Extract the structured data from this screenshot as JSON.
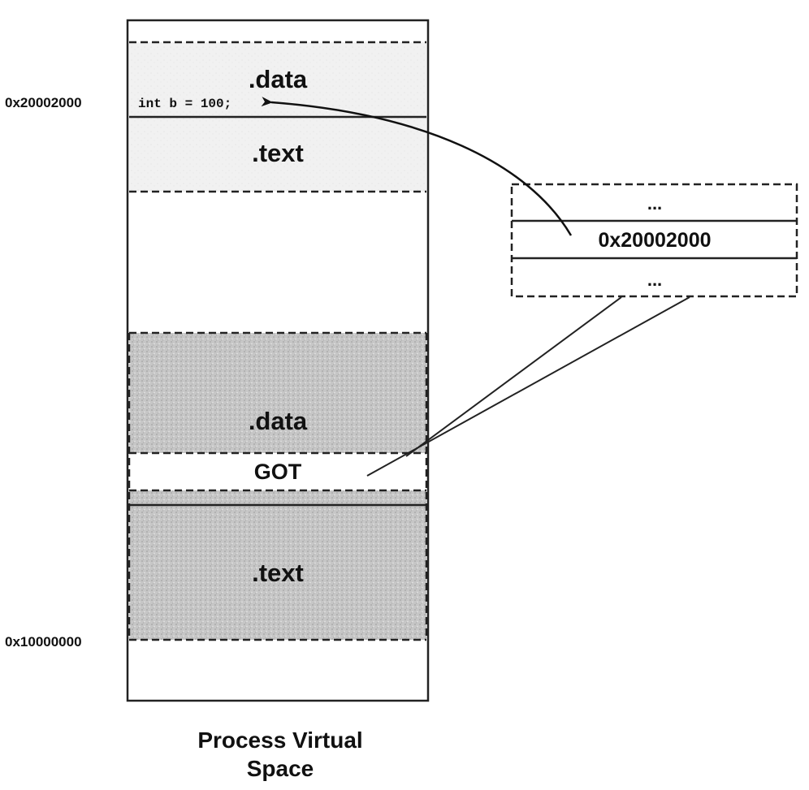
{
  "process_space": {
    "caption_line1": "Process Virtual",
    "caption_line2": "Space",
    "upper_data_label": ".data",
    "upper_text_label": ".text",
    "code_snippet": "int b = 100;",
    "lower_data_label": ".data",
    "got_label": "GOT",
    "lower_text_label": ".text"
  },
  "addresses": {
    "high_addr": "0x20002000",
    "low_addr": "0x10000000"
  },
  "got_detail": {
    "top_dots": "...",
    "entry_value": "0x20002000",
    "bottom_dots": "..."
  },
  "colors": {
    "gray_fill": "#c4c4c4",
    "light_fill": "#f2f2f2",
    "stroke": "#222222"
  }
}
